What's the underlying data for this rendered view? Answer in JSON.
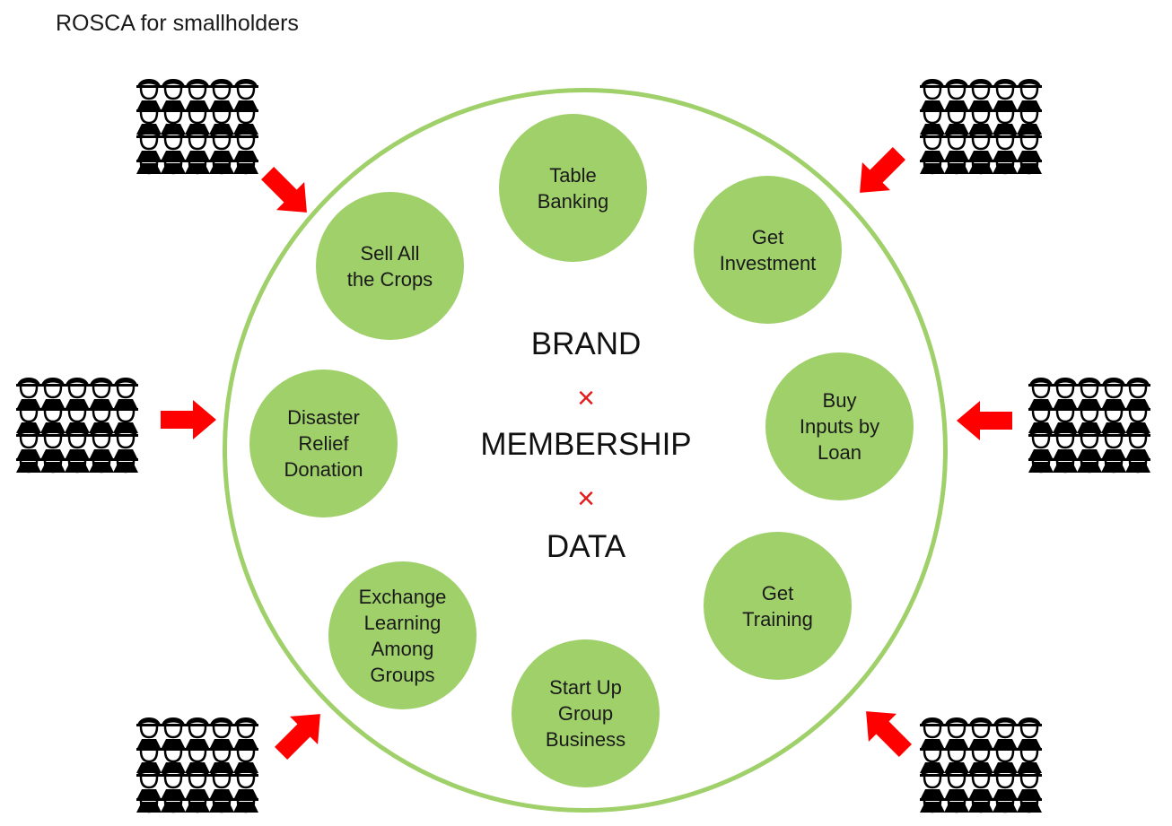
{
  "title": "ROSCA for smallholders",
  "center": {
    "brand": "BRAND",
    "membership": "MEMBERSHIP",
    "data": "DATA",
    "times_symbol": "×"
  },
  "nodes": [
    {
      "label": "Table\nBanking"
    },
    {
      "label": "Get\nInvestment"
    },
    {
      "label": "Buy\nInputs by\nLoan"
    },
    {
      "label": "Get\nTraining"
    },
    {
      "label": "Start Up\nGroup\nBusiness"
    },
    {
      "label": "Exchange\nLearning\nAmong\nGroups"
    },
    {
      "label": "Disaster\nRelief\nDonation"
    },
    {
      "label": "Sell All\nthe Crops"
    }
  ],
  "colors": {
    "node_fill": "#9fd06a",
    "ring_stroke": "#9fd06a",
    "arrow": "#ff0000",
    "times": "#e31b1b",
    "crowd": "#000000"
  },
  "icons": {
    "crowd": "people-group-icon",
    "arrow": "red-arrow-icon"
  }
}
